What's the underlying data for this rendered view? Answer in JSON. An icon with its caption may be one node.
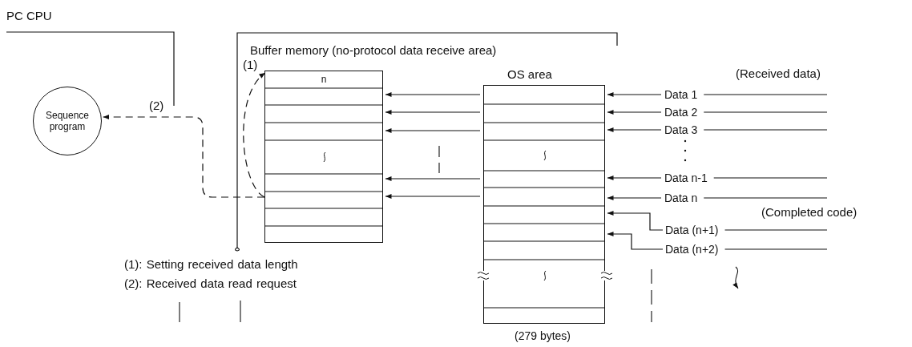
{
  "diagram": {
    "nodes": [
      {
        "text": [
          "PC CPU"
        ]
      },
      {
        "text": [
          "Sequence program"
        ],
        "in": 0
      },
      {
        "text": [],
        "shape": "box"
      },
      {
        "text": [
          "Buffer memory (no-protocol data receive area)",
          "n"
        ],
        "in": 2
      },
      {
        "text": [
          "OS area"
        ],
        "beside": [
          "(279 bytes)"
        ],
        "in": 2
      },
      {
        "text": [
          "Data 1"
        ]
      },
      {
        "text": [
          "Data 2"
        ]
      },
      {
        "text": [
          "Data 3"
        ]
      },
      {
        "text": [
          "Data n-1"
        ]
      },
      {
        "text": [
          "Data n"
        ]
      },
      {
        "text": [
          "Data (n+1)"
        ]
      },
      {
        "text": [
          "Data (n+2)"
        ]
      }
    ],
    "edges": [
      {
        "from": 5,
        "to": 4,
        "arrow": "to"
      },
      {
        "from": 6,
        "to": 4,
        "arrow": "to"
      },
      {
        "from": 7,
        "to": 4,
        "arrow": "to"
      },
      {
        "from": 8,
        "to": 4,
        "arrow": "to"
      },
      {
        "from": 9,
        "to": 4,
        "arrow": "to"
      },
      {
        "from": 10,
        "to": 4,
        "arrow": "to"
      },
      {
        "from": 11,
        "to": 4,
        "arrow": "to"
      },
      {
        "from": 4,
        "to": 3,
        "arrow": "to"
      },
      {
        "from": 4,
        "to": 3,
        "arrow": "to"
      },
      {
        "from": 4,
        "to": 3,
        "arrow": "to"
      },
      {
        "from": 4,
        "to": 3,
        "arrow": "to"
      },
      {
        "from": 4,
        "to": 3,
        "arrow": "to"
      },
      {
        "from": 3,
        "to": 3,
        "arrow": "to",
        "label": "(1)",
        "style": "dashed"
      },
      {
        "from": 3,
        "to": 1,
        "arrow": "to",
        "label": "(2)",
        "style": "dashed"
      }
    ],
    "labels": [
      "(Received data)",
      "(Completed code)",
      "(1): Setting received data length",
      "(2): Received data read request"
    ]
  }
}
